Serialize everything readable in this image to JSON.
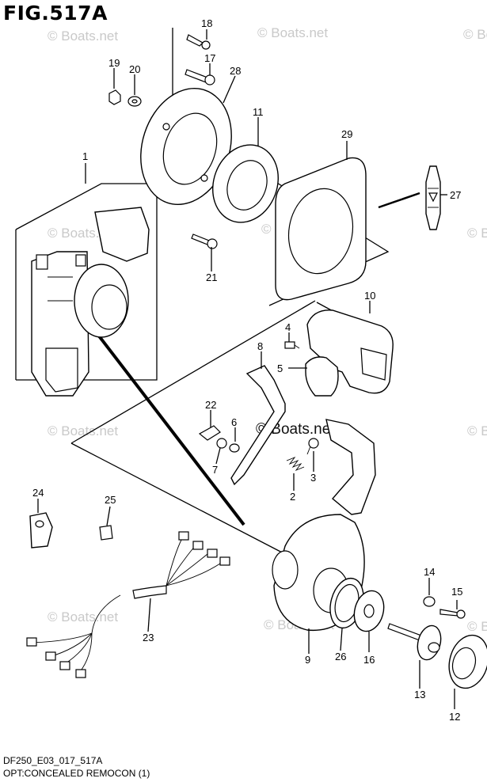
{
  "figure": {
    "title": "FIG.517A",
    "code": "DF250_E03_017_517A",
    "description": "OPT:CONCEALED REMOCON (1)"
  },
  "watermark": "© Boats.net",
  "callouts": [
    {
      "id": "c1",
      "label": "1"
    },
    {
      "id": "c2",
      "label": "2"
    },
    {
      "id": "c3",
      "label": "3"
    },
    {
      "id": "c4",
      "label": "4"
    },
    {
      "id": "c5",
      "label": "5"
    },
    {
      "id": "c6",
      "label": "6"
    },
    {
      "id": "c7",
      "label": "7"
    },
    {
      "id": "c8",
      "label": "8"
    },
    {
      "id": "c9",
      "label": "9"
    },
    {
      "id": "c10",
      "label": "10"
    },
    {
      "id": "c11",
      "label": "11"
    },
    {
      "id": "c12",
      "label": "12"
    },
    {
      "id": "c13",
      "label": "13"
    },
    {
      "id": "c14",
      "label": "14"
    },
    {
      "id": "c15",
      "label": "15"
    },
    {
      "id": "c16",
      "label": "16"
    },
    {
      "id": "c17",
      "label": "17"
    },
    {
      "id": "c18",
      "label": "18"
    },
    {
      "id": "c19",
      "label": "19"
    },
    {
      "id": "c20",
      "label": "20"
    },
    {
      "id": "c21",
      "label": "21"
    },
    {
      "id": "c22",
      "label": "22"
    },
    {
      "id": "c23",
      "label": "23"
    },
    {
      "id": "c24",
      "label": "24"
    },
    {
      "id": "c25",
      "label": "25"
    },
    {
      "id": "c26",
      "label": "26"
    },
    {
      "id": "c27",
      "label": "27"
    },
    {
      "id": "c28",
      "label": "28"
    },
    {
      "id": "c29",
      "label": "29"
    }
  ]
}
